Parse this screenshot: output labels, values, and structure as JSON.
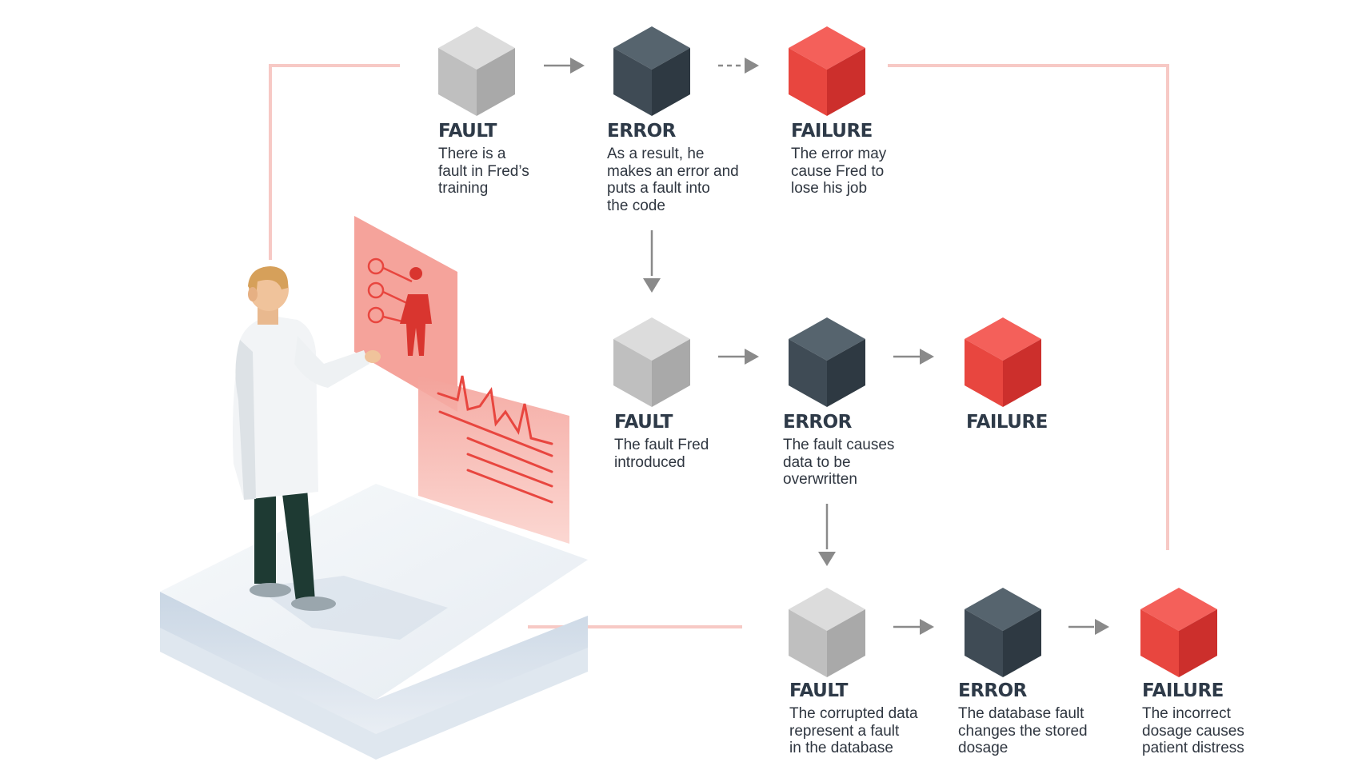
{
  "colors": {
    "fault_top": "#dcdcdc",
    "fault_left": "#bfbfbf",
    "fault_right": "#a9a9a9",
    "error_top": "#56646e",
    "error_left": "#3f4b55",
    "error_right": "#2e3942",
    "failure_top": "#f4605a",
    "failure_left": "#e8463f",
    "failure_right": "#cc2f2c",
    "connector": "#f7c9c5",
    "arrow": "#8a8a8a",
    "title": "#2e3a48"
  },
  "rows": [
    {
      "nodes": [
        {
          "kind": "fault",
          "title": "FAULT",
          "desc": "There is a\nfault in Fred’s\ntraining"
        },
        {
          "kind": "error",
          "title": "ERROR",
          "desc": "As a result, he\nmakes an error and\nputs a fault into\nthe code"
        },
        {
          "kind": "failure",
          "title": "FAILURE",
          "desc": "The error may\ncause Fred to\nlose his job"
        }
      ]
    },
    {
      "nodes": [
        {
          "kind": "fault",
          "title": "FAULT",
          "desc": "The fault Fred\nintroduced"
        },
        {
          "kind": "error",
          "title": "ERROR",
          "desc": "The fault causes\ndata to be\noverwritten"
        },
        {
          "kind": "failure",
          "title": "FAILURE",
          "desc": ""
        }
      ]
    },
    {
      "nodes": [
        {
          "kind": "fault",
          "title": "FAULT",
          "desc": "The corrupted data\nrepresent a fault\nin the database"
        },
        {
          "kind": "error",
          "title": "ERROR",
          "desc": "The database fault\nchanges the stored\ndosage"
        },
        {
          "kind": "failure",
          "title": "FAILURE",
          "desc": "The incorrect\ndosage causes\npatient distress"
        }
      ]
    }
  ]
}
